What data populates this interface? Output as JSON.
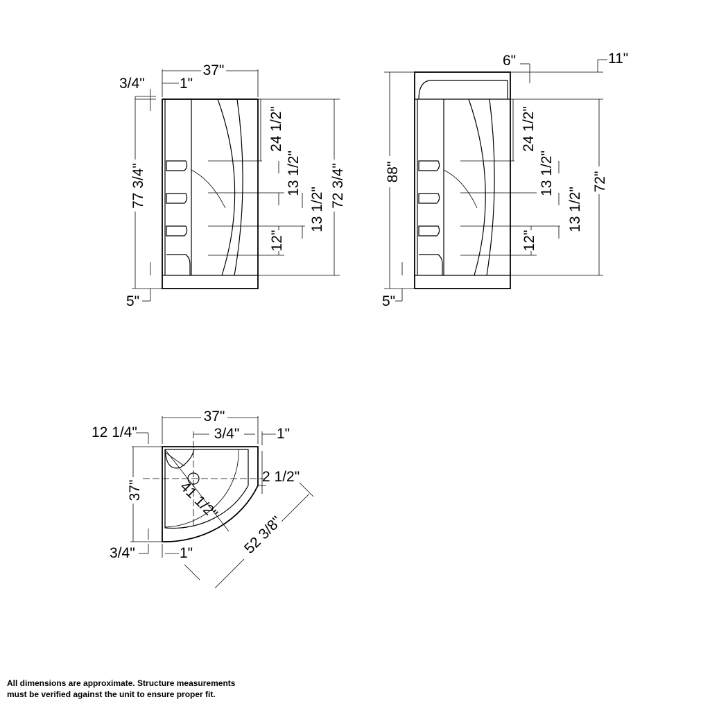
{
  "front_view": {
    "width": "37\"",
    "wall": "3/4\"",
    "offset": "1\"",
    "overall_height": "77 3/4\"",
    "wall_height": "72 3/4\"",
    "h1": "24 1/2\"",
    "h2": "13 1/2\"",
    "h3": "13 1/2\"",
    "h4": "12\"",
    "base": "5\""
  },
  "side_view": {
    "top_ledge": "6\"",
    "top_offset": "11\"",
    "overall_height": "88\"",
    "wall_height": "72\"",
    "h1": "24 1/2\"",
    "h2": "13 1/2\"",
    "h3": "13 1/2\"",
    "h4": "12\"",
    "base": "5\""
  },
  "plan_view": {
    "width": "37\"",
    "depth": "37\"",
    "corner_offset": "12 1/4\"",
    "drain_offset": "3/4\"",
    "right_wall": "1\"",
    "right_inset": "2 1/2\"",
    "diagonal": "41 1/2\"",
    "arc_length": "52 3/8\"",
    "bottom_wall": "3/4\"",
    "bottom_offset": "1\""
  },
  "disclaimer": {
    "line1": "All dimensions are approximate. Structure measurements",
    "line2": "must be verified against the unit to ensure proper fit."
  }
}
